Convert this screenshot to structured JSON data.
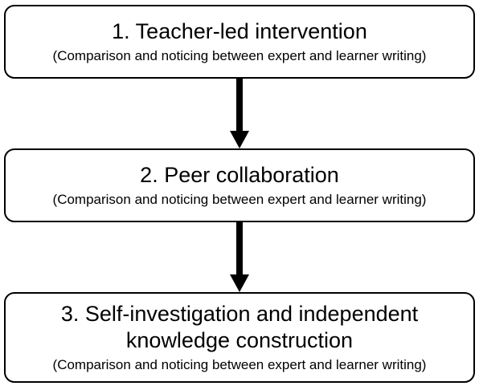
{
  "steps": [
    {
      "title": "1.  Teacher-led intervention",
      "subtitle": "(Comparison and noticing between expert and learner writing)"
    },
    {
      "title": "2. Peer collaboration",
      "subtitle": "(Comparison and noticing between expert and learner writing)"
    },
    {
      "title": "3. Self-investigation and independent knowledge construction",
      "subtitle": "(Comparison and noticing between expert and learner writing)"
    }
  ],
  "colors": {
    "border": "#000000",
    "arrow": "#000000",
    "background": "#ffffff"
  }
}
